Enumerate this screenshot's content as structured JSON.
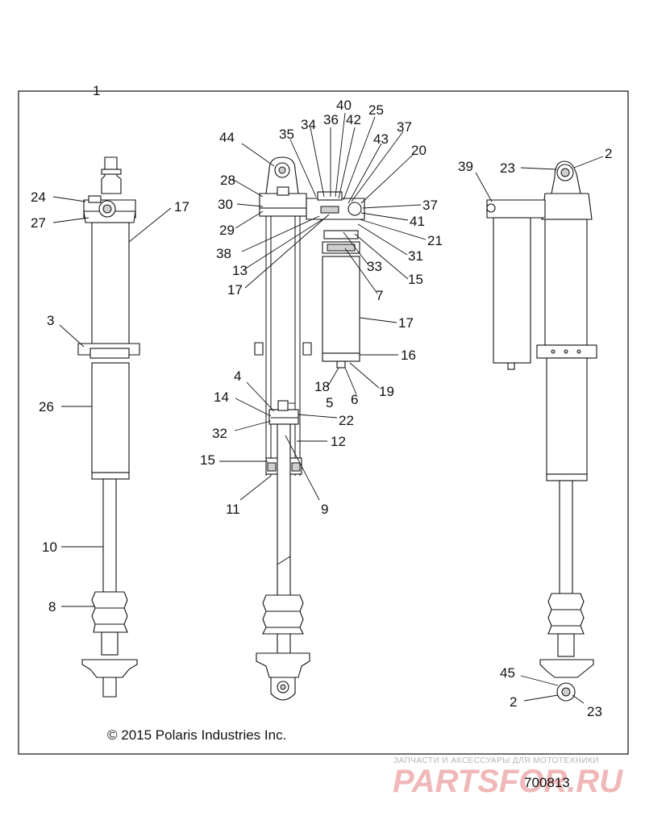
{
  "diagram": {
    "assembly_callout": "1",
    "callouts": {
      "left": [
        "24",
        "27",
        "17",
        "3",
        "26",
        "10",
        "8"
      ],
      "center": [
        "44",
        "35",
        "34",
        "36",
        "40",
        "42",
        "25",
        "37",
        "43",
        "20",
        "28",
        "30",
        "29",
        "38",
        "13",
        "17",
        "37",
        "41",
        "21",
        "31",
        "33",
        "15",
        "7",
        "17",
        "16",
        "18",
        "6",
        "19",
        "4",
        "14",
        "5",
        "22",
        "32",
        "12",
        "15",
        "11",
        "9"
      ],
      "right": [
        "39",
        "23",
        "2",
        "45",
        "2",
        "23"
      ]
    },
    "copyright": "© 2015 Polaris Industries Inc.",
    "figure_number": "700813"
  },
  "watermark": {
    "tagline": "ЗАПЧАСТИ И АКСЕССУАРЫ ДЛЯ МОТОТЕХНИКИ",
    "brand": "PARTSFOR.RU"
  },
  "colors": {
    "line": "#111111",
    "shade": "#cfcfcf",
    "watermark_brand": "#f0b8b8"
  }
}
